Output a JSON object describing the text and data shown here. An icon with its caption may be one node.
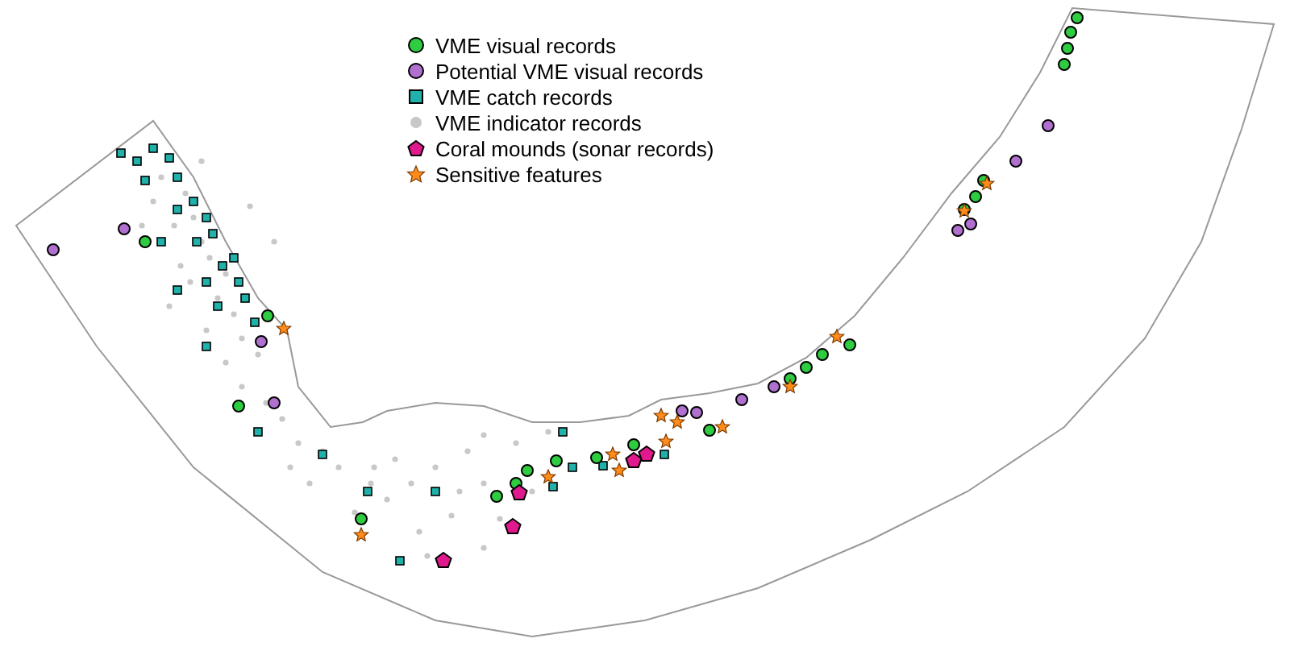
{
  "diagram": {
    "legend": [
      {
        "text": "VME visual records"
      },
      {
        "text": "Potential VME visual records"
      },
      {
        "text": "VME catch records"
      },
      {
        "text": "VME indicator records"
      },
      {
        "text": "Coral mounds (sonar records)"
      },
      {
        "text": "Sensitive features"
      }
    ]
  }
}
